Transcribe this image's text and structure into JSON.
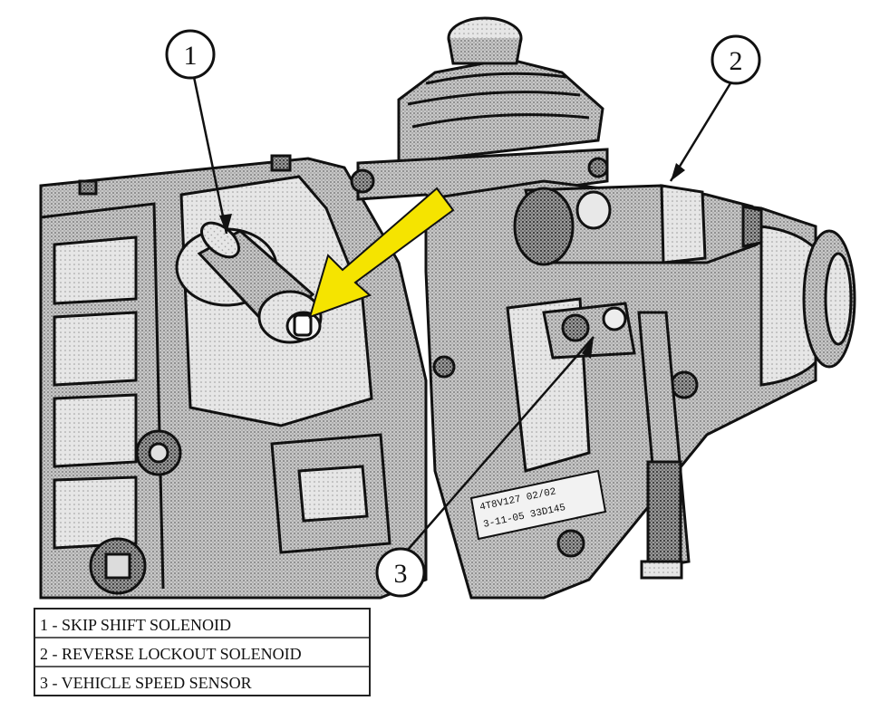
{
  "callouts": [
    {
      "number": "1",
      "target": "skip-shift-solenoid"
    },
    {
      "number": "2",
      "target": "reverse-lockout-solenoid"
    },
    {
      "number": "3",
      "target": "vehicle-speed-sensor"
    }
  ],
  "legend": [
    "1 - SKIP SHIFT SOLENOID",
    "2 - REVERSE LOCKOUT SOLENOID",
    "3 - VEHICLE SPEED SENSOR"
  ],
  "part_stamp": {
    "line1": "4T8V127   02/02",
    "line2": "3-11-05  33D145"
  },
  "colors": {
    "ink": "#111111",
    "highlight_arrow": "#f5e400",
    "screen_tone": "#9a9a9a",
    "paper": "#ffffff"
  }
}
